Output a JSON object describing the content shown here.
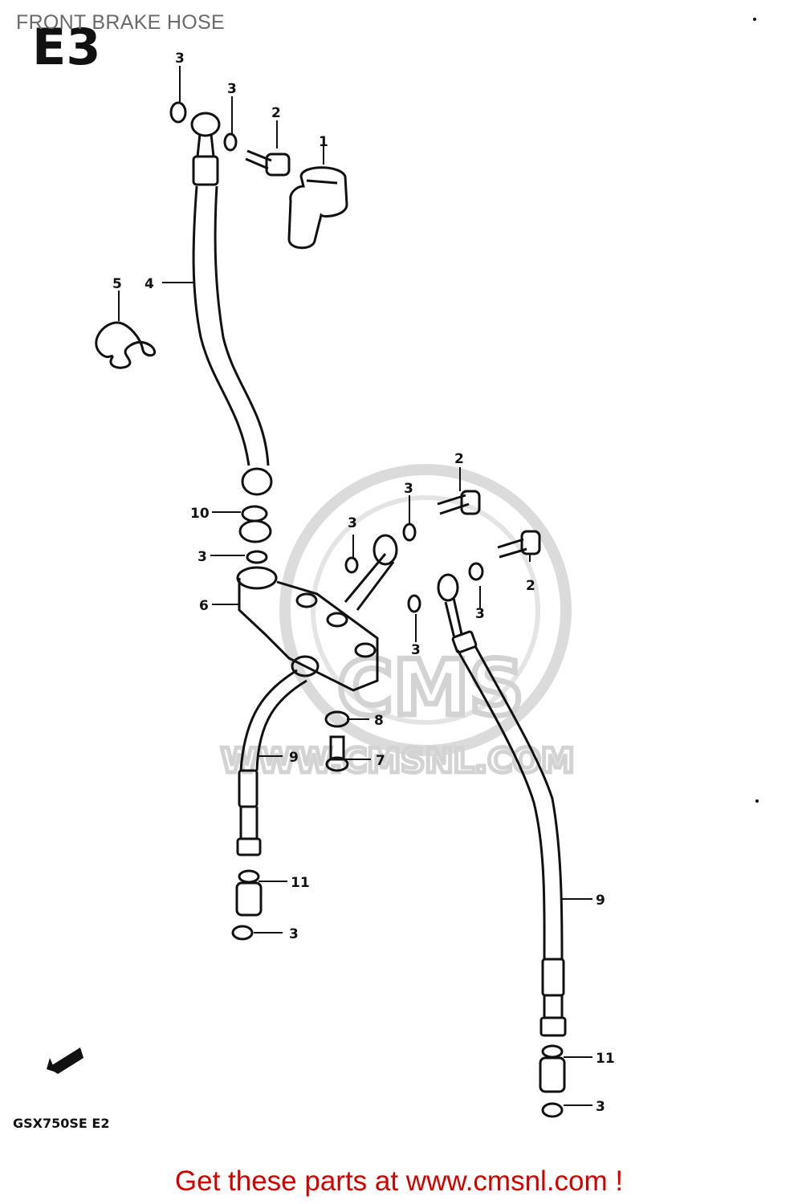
{
  "title": "FRONT BRAKE HOSE",
  "section_code": "E3",
  "model_stamp": "GSX750SE  E2",
  "watermark": {
    "brand": "CMS",
    "url": "WWW.CMSNL.COM"
  },
  "callouts": {
    "c1": "1",
    "c2a": "2",
    "c2b": "2",
    "c2c": "2",
    "c3a": "3",
    "c3b": "3",
    "c3c": "3",
    "c3d": "3",
    "c3e": "3",
    "c3f": "3",
    "c3g": "3",
    "c3h": "3",
    "c3i": "3",
    "c4": "4",
    "c5": "5",
    "c6": "6",
    "c7": "7",
    "c8": "8",
    "c9a": "9",
    "c9b": "9",
    "c10": "10",
    "c11a": "11",
    "c11b": "11"
  },
  "cta": "Get these parts at www.cmsnl.com !",
  "colors": {
    "cta": "#d40000",
    "title": "#6a6a6a",
    "line": "#111111",
    "watermark": "#cfcfcf"
  }
}
